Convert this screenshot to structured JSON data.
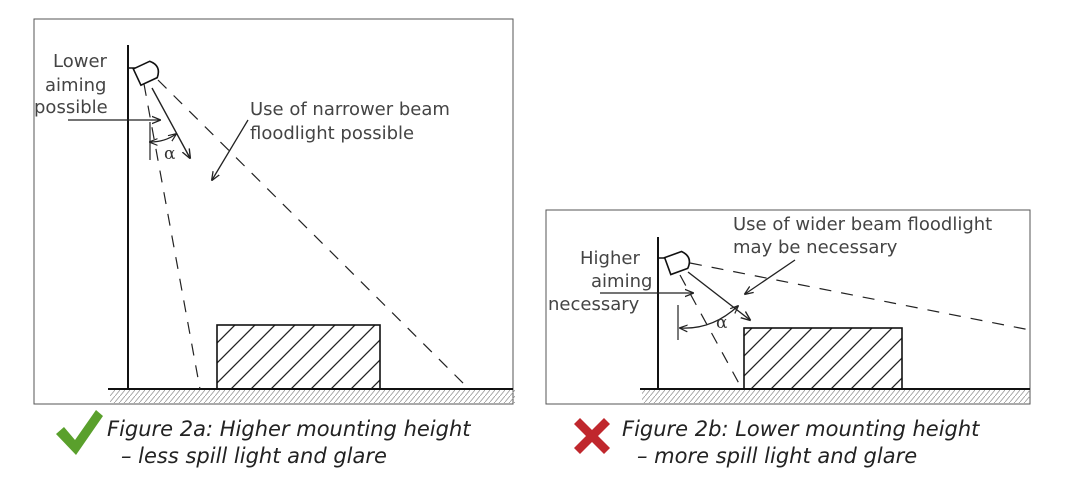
{
  "figure_a": {
    "labels": {
      "line1": "Lower",
      "line2": "aiming",
      "line3": "possible",
      "note1": "Use of narrower beam",
      "note2": "floodlight possible",
      "angle": "α"
    },
    "caption_line1": "Figure 2a: Higher mounting height",
    "caption_line2": "– less spill light and glare",
    "status_icon": "check-mark-icon",
    "status_color": "#5aa02c"
  },
  "figure_b": {
    "labels": {
      "line1": "Higher",
      "line2": "aiming",
      "line3": "necessary",
      "note1": "Use of wider beam floodlight",
      "note2": "may be necessary",
      "angle": "α"
    },
    "caption_line1": "Figure 2b: Lower mounting height",
    "caption_line2": "– more spill light and glare",
    "status_icon": "cross-mark-icon",
    "status_color": "#c0272d"
  }
}
